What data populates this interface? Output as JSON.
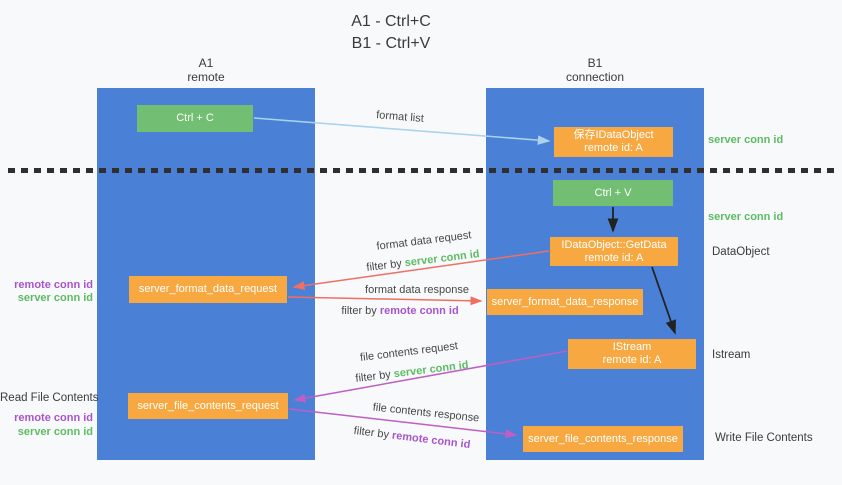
{
  "colors": {
    "background": "#f8f9fb",
    "lane_blue": "#4a80d5",
    "node_orange": "#f8a841",
    "action_green": "#72bf73",
    "arrow_blue": "#a9d3ef",
    "arrow_red": "#ef6f63",
    "arrow_magenta": "#bf5ec4",
    "arrow_black": "#222222",
    "label_green": "#5dbb63",
    "label_purple": "#a855cc",
    "text_dark": "#3b3b3b",
    "node_text": "#ffffff",
    "divider": "#2f2f2f"
  },
  "title": {
    "line1": "A1 - Ctrl+C",
    "line2": "B1 - Ctrl+V"
  },
  "lanes": {
    "left": {
      "id": "A1",
      "role": "remote"
    },
    "right": {
      "id": "B1",
      "role": "connection"
    }
  },
  "nodes": {
    "ctrl_c": {
      "label": "Ctrl + C"
    },
    "save_idataobject": {
      "line1": "保存IDataObject",
      "line2": "remote id: A"
    },
    "ctrl_v": {
      "label": "Ctrl + V"
    },
    "getdata": {
      "line1": "IDataObject::GetData",
      "line2": "remote id: A"
    },
    "server_format_data_request": {
      "label": "server_format_data_request"
    },
    "server_format_data_response": {
      "label": "server_format_data_response"
    },
    "istream": {
      "line1": "IStream",
      "line2": "remote id: A"
    },
    "server_file_contents_request": {
      "label": "server_file_contents_request"
    },
    "server_file_contents_response": {
      "label": "server_file_contents_response"
    }
  },
  "edge_labels": {
    "format_list": "format list",
    "format_data_request": "format data request",
    "format_data_response": "format data response",
    "file_contents_request": "file contents request",
    "file_contents_response": "file contents response",
    "filter_by": "filter by ",
    "server_conn_id": "server conn id",
    "remote_conn_id": "remote conn id"
  },
  "side_labels": {
    "right": {
      "server_conn_id_top": "server conn id",
      "server_conn_id_mid": "server conn id",
      "dataobject": "DataObject",
      "istream": "Istream",
      "write_file_contents": "Write File Contents"
    },
    "left": {
      "remote_conn_id_top": "remote conn id",
      "server_conn_id_top": "server conn id",
      "read_file_contents": "Read File Contents",
      "remote_conn_id_bottom": "remote conn id",
      "server_conn_id_bottom": "server conn id"
    }
  }
}
